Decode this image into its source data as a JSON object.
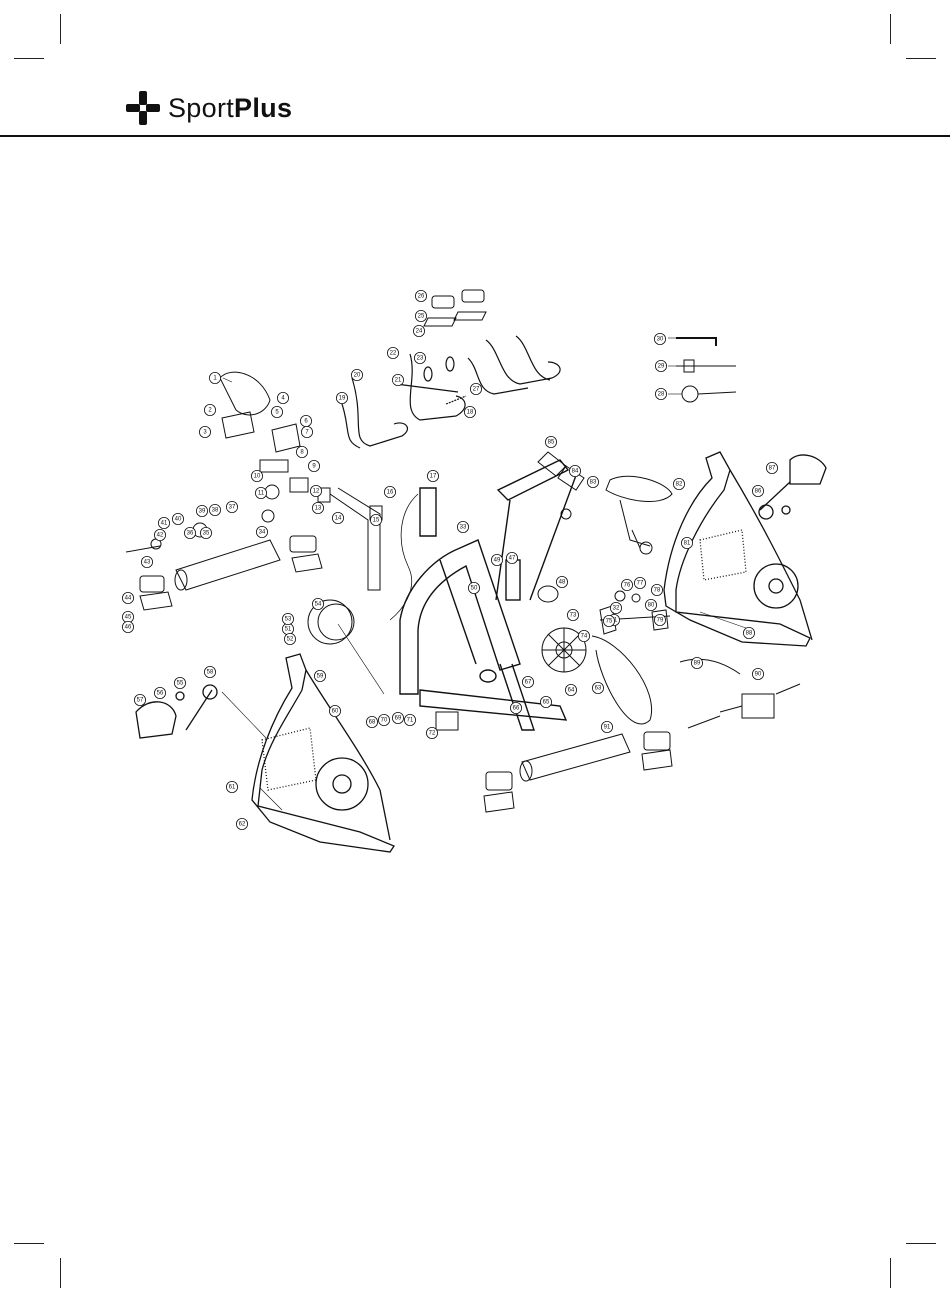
{
  "brand": {
    "prefix": "Sport",
    "suffix": "Plus"
  },
  "callouts": [
    "1",
    "2",
    "3",
    "4",
    "5",
    "6",
    "7",
    "8",
    "9",
    "10",
    "11",
    "12",
    "13",
    "14",
    "15",
    "16",
    "17",
    "18",
    "19",
    "20",
    "21",
    "22",
    "23",
    "24",
    "25",
    "26",
    "27",
    "28",
    "29",
    "30",
    "31",
    "32",
    "33",
    "34",
    "35",
    "36",
    "37",
    "38",
    "39",
    "40",
    "41",
    "42",
    "43",
    "44",
    "45",
    "46",
    "47",
    "48",
    "49",
    "50",
    "51",
    "52",
    "53",
    "54",
    "55",
    "56",
    "57",
    "58",
    "59",
    "60",
    "61",
    "62",
    "63",
    "64",
    "65",
    "66",
    "67",
    "68",
    "69",
    "70",
    "71",
    "72",
    "73",
    "74",
    "75",
    "76",
    "77",
    "78",
    "79",
    "80",
    "81",
    "82",
    "83",
    "84",
    "85",
    "86",
    "87",
    "88",
    "89",
    "90",
    "91"
  ]
}
